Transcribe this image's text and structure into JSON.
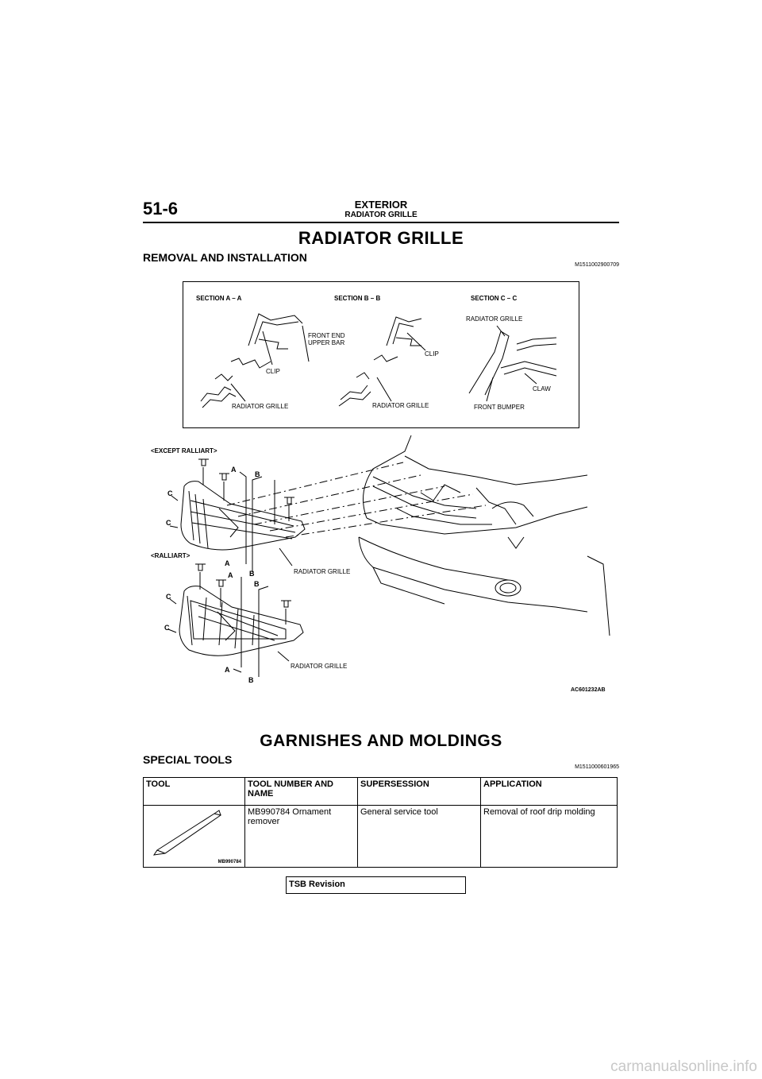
{
  "header": {
    "page_number": "51-6",
    "section": "EXTERIOR",
    "subsection": "RADIATOR GRILLE"
  },
  "radiator": {
    "title": "RADIATOR GRILLE",
    "subtitle": "REMOVAL AND INSTALLATION",
    "code": "M1511002900709"
  },
  "figure": {
    "section_a": "SECTION A – A",
    "section_b": "SECTION B – B",
    "section_c": "SECTION C – C",
    "front_end_upper_bar_1": "FRONT END",
    "front_end_upper_bar_2": "UPPER BAR",
    "clip": "CLIP",
    "radiator_grille": "RADIATOR GRILLE",
    "claw": "CLAW",
    "front_bumper": "FRONT BUMPER",
    "except_ralliart": "<EXCEPT RALLIART>",
    "ralliart": "<RALLIART>",
    "letter_a": "A",
    "letter_b": "B",
    "letter_c": "C",
    "figure_code": "AC601232AB"
  },
  "garnish": {
    "title": "GARNISHES AND MOLDINGS",
    "subtitle": "SPECIAL TOOLS",
    "code": "M1511000601965"
  },
  "tools_table": {
    "headers": [
      "TOOL",
      "TOOL NUMBER AND NAME",
      "SUPERSESSION",
      "APPLICATION"
    ],
    "rows": [
      {
        "tool_label": "MB990784",
        "number_name": "MB990784 Ornament remover",
        "supersession": "General service tool",
        "application": "Removal of roof drip molding"
      }
    ]
  },
  "footer": {
    "tsb": "TSB Revision",
    "watermark": "carmanualsonline.info"
  }
}
